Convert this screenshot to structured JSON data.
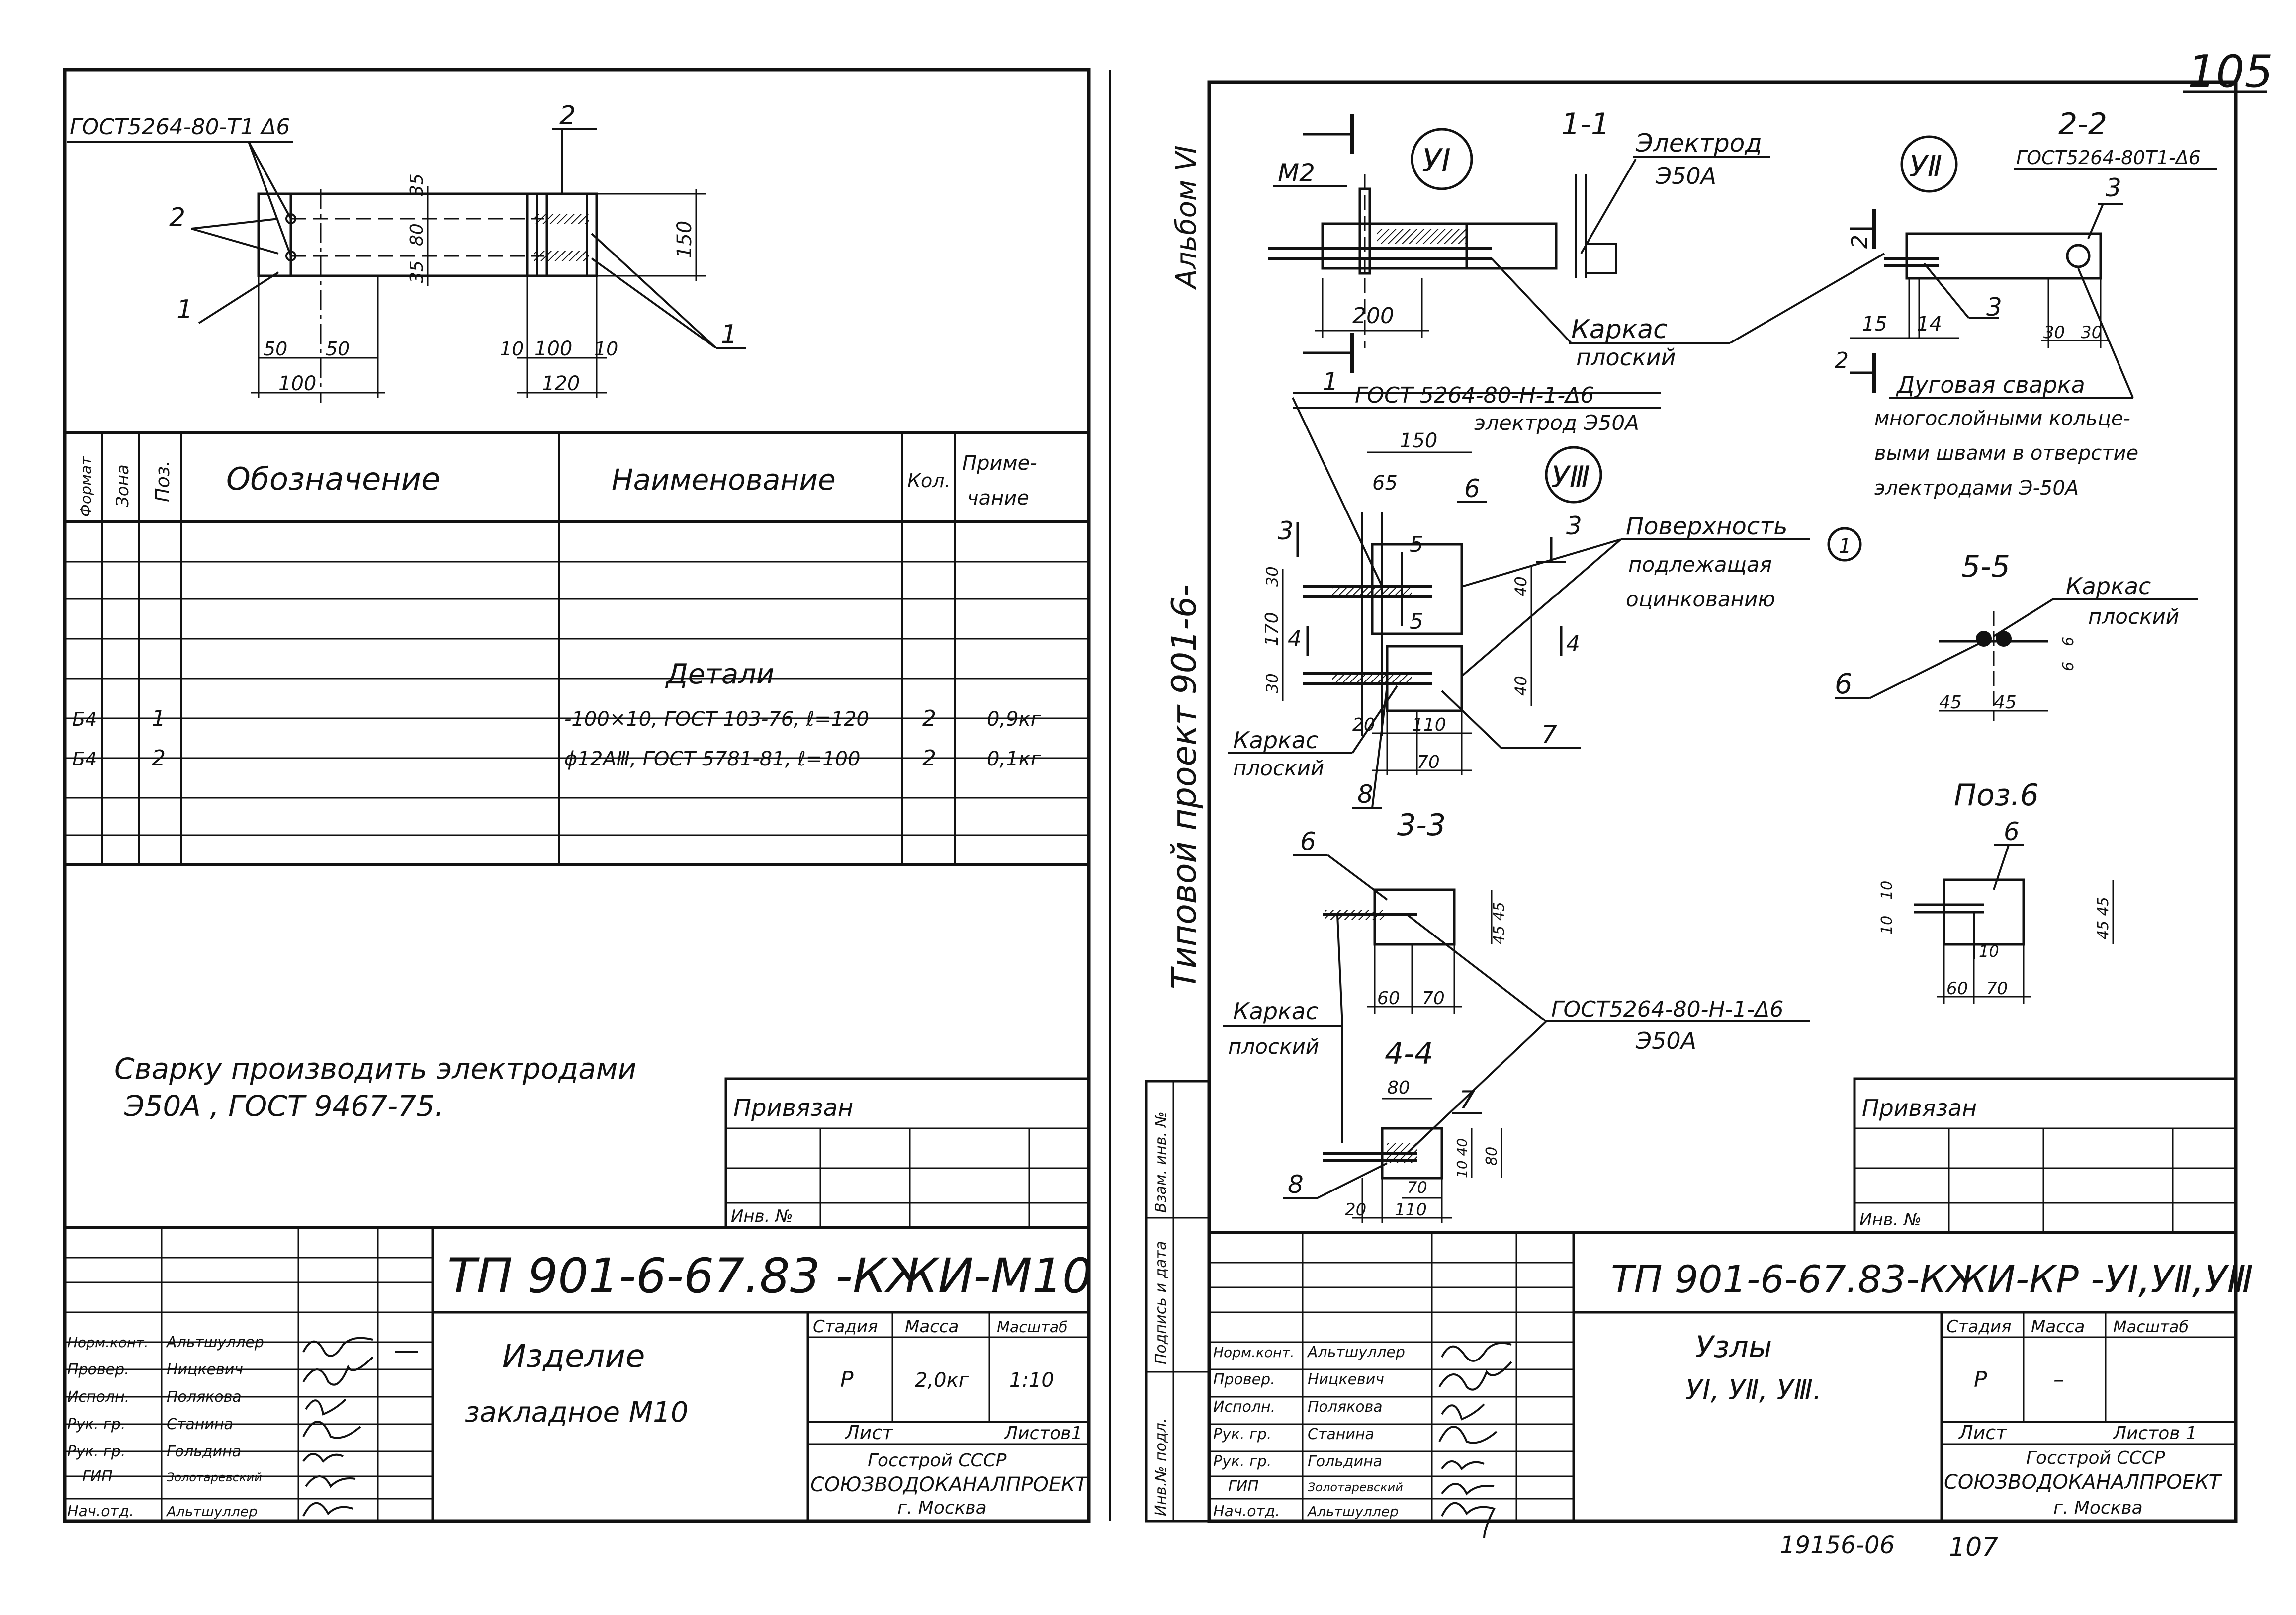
{
  "page_number": "105",
  "scan_footer": {
    "left": "19156-06",
    "right": "107"
  },
  "left": {
    "weld_top": "ГОСТ5264-80-Т1 Δ6",
    "callouts": {
      "one": "1",
      "two": "2"
    },
    "dims_front": {
      "d50a": "50",
      "d50b": "50",
      "d100": "100"
    },
    "dims_side": {
      "d35a": "35",
      "d80": "80",
      "d35b": "35",
      "d150": "150",
      "d10a": "10",
      "d100": "100",
      "d10b": "10",
      "d120": "120"
    },
    "spec": {
      "headers": {
        "format": "Формат",
        "zone": "Зона",
        "pos": "Поз.",
        "designation": "Обозначение",
        "name": "Наименование",
        "qty": "Кол.",
        "note1": "Приме-",
        "note2": "чание"
      },
      "section_title": "Детали",
      "rows": [
        {
          "format": "Б4",
          "pos": "1",
          "name": "-100×10, ГОСТ 103-76, ℓ=120",
          "qty": "2",
          "note": "0,9кг"
        },
        {
          "format": "Б4",
          "pos": "2",
          "name": "ϕ12АⅢ, ГОСТ 5781-81, ℓ=100",
          "qty": "2",
          "note": "0,1кг"
        }
      ]
    },
    "note_line1": "Сварку производить электродами",
    "note_line2": "Э50А , ГОСТ 9467-75.",
    "privyazan": "Привязан",
    "inv": "Инв. №",
    "code": "ТП 901-6-67.83 -КЖИ-М10",
    "title_line1": "Изделие",
    "title_line2": "закладное М10",
    "stage_h": "Стадия",
    "mass_h": "Масса",
    "scale_h": "Масштаб",
    "stage": "Р",
    "mass": "2,0кг",
    "scale": "1:10",
    "sheet_h": "Лист",
    "sheets_h": "Листов1",
    "org1": "Госстрой СССР",
    "org2": "СОЮЗВОДОКАНАЛПРОЕКТ",
    "org3": "г. Москва",
    "staff": [
      {
        "role": "Норм.конт.",
        "name": "Альтшуллер"
      },
      {
        "role": "Провер.",
        "name": "Ницкевич"
      },
      {
        "role": "Исполн.",
        "name": "Полякова"
      },
      {
        "role": "Рук. гр.",
        "name": "Станина"
      },
      {
        "role": "Рук. гр.",
        "name": "Гольдина"
      },
      {
        "role": "ГИП",
        "name": "Золотаревский"
      },
      {
        "role": "Нач.отд.",
        "name": "Альтшуллер"
      }
    ]
  },
  "right": {
    "vertical_album": "Альбом Ⅵ",
    "vertical_project": "Типовой проект 901-6-",
    "margin_labels": {
      "vz": "Взам. инв. №",
      "pd": "Подпись и дата",
      "inv": "Инв.№ подл."
    },
    "node5": "УⅠ",
    "node6": "УⅡ",
    "node7": "УⅢ",
    "m2": "М2",
    "sec11": "1-1",
    "sec22": "2-2",
    "sec33": "3-3",
    "sec44": "4-4",
    "sec55": "5-5",
    "electrode": "Электрод",
    "e50a": "Э50А",
    "weld22": "ГОСТ5264-80Т1-Δ6",
    "karkas": "Каркас",
    "ploskiy": "плоский",
    "weld_h1": "ГОСТ 5264-80-Н-1-Δ6",
    "electrode_e50a": "электрод Э50А",
    "arc1": "Дуговая сварка",
    "arc2": "многослойными кольце-",
    "arc3": "выми швами в отверстие",
    "arc4": "электродами Э-50А",
    "surface1": "Поверхность",
    "surface2": "подлежащая",
    "surface3": "оцинкованию",
    "marker1": "1",
    "poz6": "Поз.6",
    "weld_h2": "ГОСТ5264-80-Н-1-Δ6",
    "e50a_b": "Э50А",
    "cut1": "1",
    "cut2": "2",
    "cut3": "3",
    "cut4": "4",
    "cut5": "5",
    "pos3": "3",
    "pos6": "6",
    "pos7": "7",
    "pos8": "8",
    "dims": {
      "d200": "200",
      "d15": "15",
      "d14": "14",
      "d30a": "30",
      "d30b": "30",
      "d150": "150",
      "d65": "65",
      "d170": "170",
      "d30c": "30",
      "d30d": "30",
      "d40a": "40",
      "d40b": "40",
      "d20a": "20",
      "d110a": "110",
      "d70a": "70",
      "d45a": "45",
      "d45b": "45",
      "d6a": "6",
      "d6b": "6",
      "d60a": "60",
      "d70b": "70",
      "d4545": "45 45",
      "d10a": "10",
      "d10b": "10",
      "d10c": "10",
      "d60b": "60",
      "d70c": "70",
      "d4545b": "45 45",
      "d80a": "80",
      "d70d": "70",
      "d20b": "20",
      "d110b": "110",
      "d1040": "10 40",
      "d80b": "80"
    },
    "privyazan": "Привязан",
    "inv": "Инв. №",
    "code": "ТП 901-6-67.83-КЖИ-КР -УⅠ,УⅡ,УⅢ",
    "title_line1": "Узлы",
    "title_line2": "УⅠ, УⅡ, УⅢ.",
    "stage_h": "Стадия",
    "mass_h": "Масса",
    "scale_h": "Масштаб",
    "stage": "Р",
    "mass": "–",
    "sheet_h": "Лист",
    "sheets_h": "Листов 1",
    "org1": "Госстрой СССР",
    "org2": "СОЮЗВОДОКАНАЛПРОЕКТ",
    "org3": "г. Москва",
    "staff": [
      {
        "role": "Норм.конт.",
        "name": "Альтшуллер"
      },
      {
        "role": "Провер.",
        "name": "Ницкевич"
      },
      {
        "role": "Исполн.",
        "name": "Полякова"
      },
      {
        "role": "Рук. гр.",
        "name": "Станина"
      },
      {
        "role": "Рук. гр.",
        "name": "Гольдина"
      },
      {
        "role": "ГИП",
        "name": "Золотаревский"
      },
      {
        "role": "Нач.отд.",
        "name": "Альтшуллер"
      }
    ]
  }
}
